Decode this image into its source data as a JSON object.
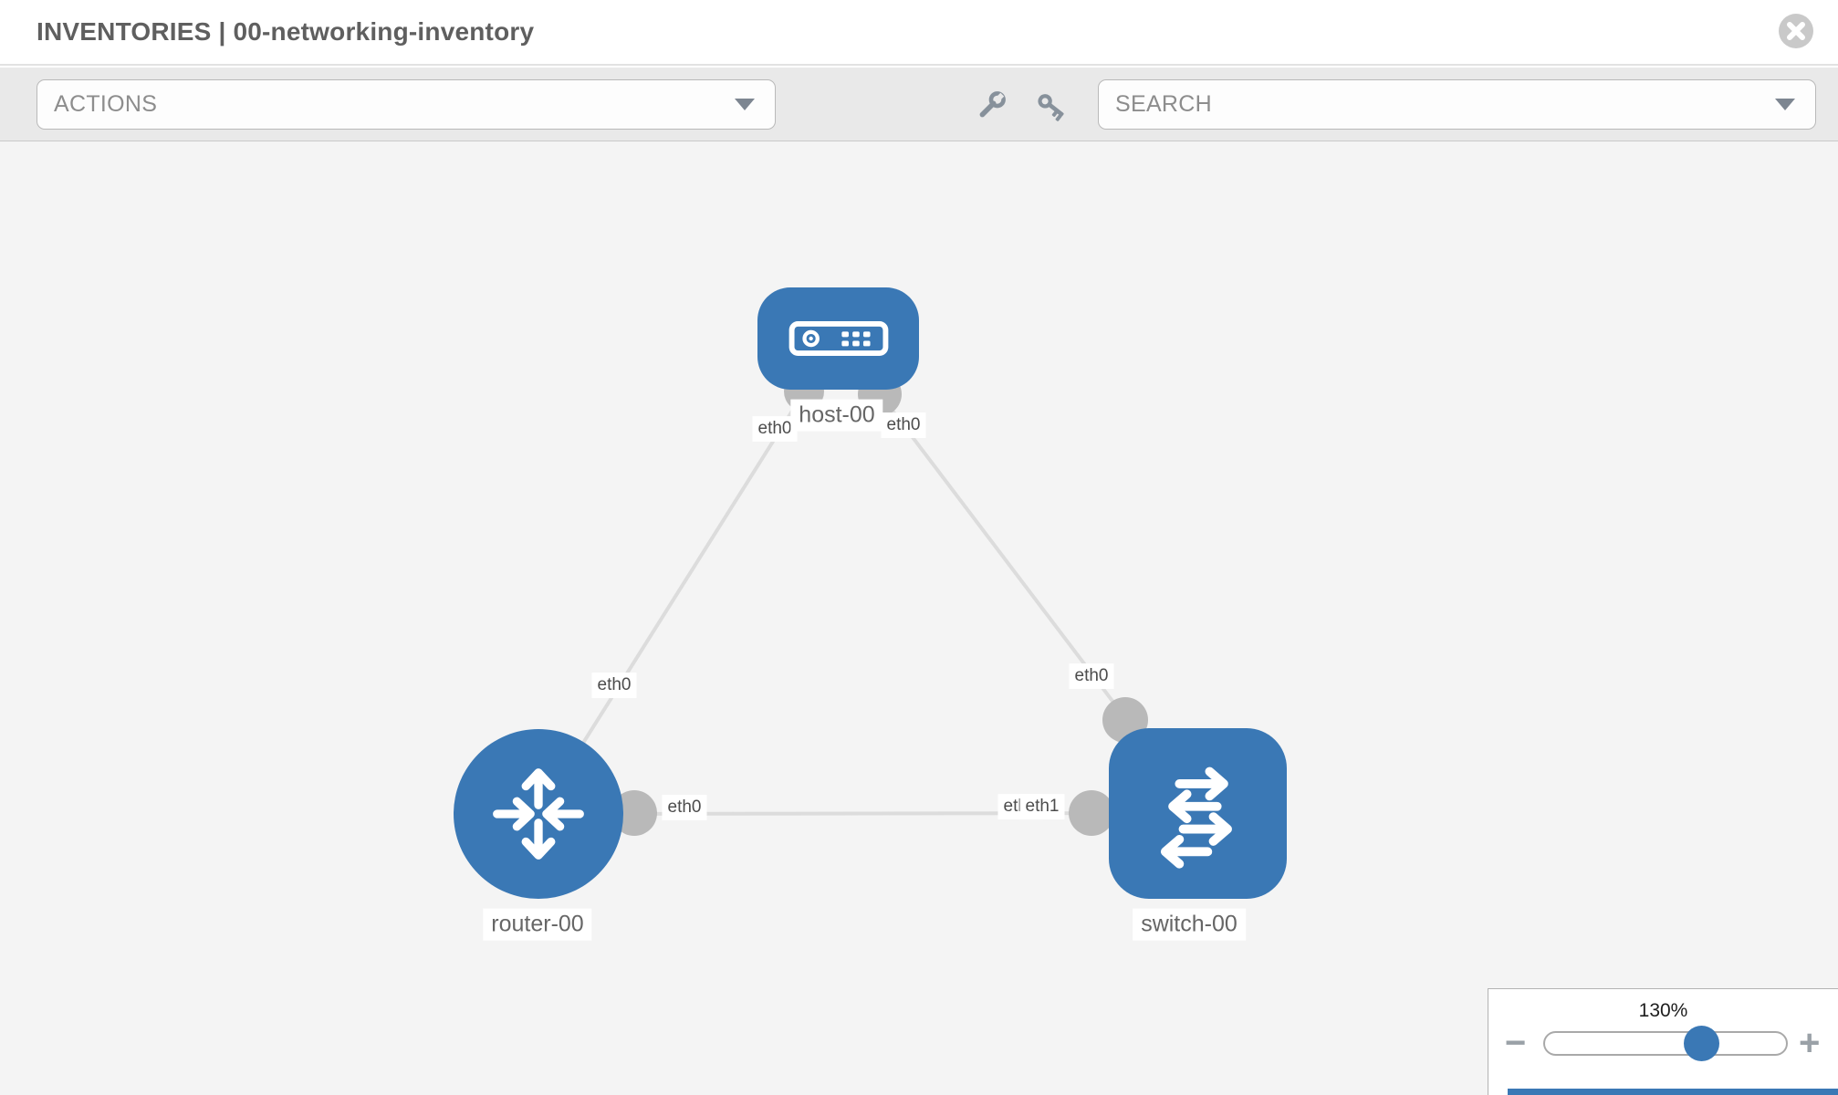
{
  "header": {
    "title": "INVENTORIES | 00-networking-inventory",
    "close_icon": "x-circle-icon"
  },
  "toolbar": {
    "actions": {
      "label": "ACTIONS"
    },
    "search": {
      "label": "SEARCH"
    },
    "tools": {
      "wrench": "wrench-icon",
      "key": "key-icon"
    }
  },
  "topology": {
    "nodes": [
      {
        "name": "host-00",
        "type": "host"
      },
      {
        "name": "router-00",
        "type": "router"
      },
      {
        "name": "switch-00",
        "type": "switch"
      }
    ],
    "links": [
      {
        "source": "host-00",
        "target": "router-00",
        "source_interface": "eth0",
        "target_interface": "eth0"
      },
      {
        "source": "host-00",
        "target": "switch-00",
        "source_interface": "eth0",
        "target_interface": "eth0"
      },
      {
        "source": "router-00",
        "target": "switch-00",
        "source_interface": "eth0",
        "target_interface": "eth1",
        "occluded_interface": "eth0"
      }
    ]
  },
  "zoom_control": {
    "level": "130%",
    "minus_label": "−",
    "plus_label": "+"
  },
  "colors": {
    "node_blue": "#3a78b5",
    "edge_gray": "#dcdcdc",
    "port_gray": "#b9b9b9",
    "toolbar_gray": "#e9e9e9"
  }
}
